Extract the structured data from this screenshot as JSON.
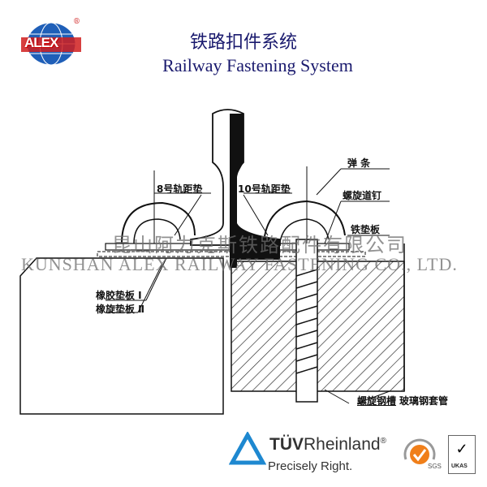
{
  "logo": {
    "brand": "ALEX",
    "registered": "®"
  },
  "header": {
    "title_cn": "铁路扣件系统",
    "title_en": "Railway Fastening System"
  },
  "diagram": {
    "labels": {
      "gauge_pad_8": "8号轨距垫",
      "gauge_pad_10": "10号轨距垫",
      "spring_clip": "弹 条",
      "screw_spike": "螺旋道钉",
      "iron_tie_plate": "铁垫板",
      "rubber_pad_1": "橡胶垫板 I",
      "rubber_pad_2": "橡旋垫板 Ⅱ",
      "spiral_rebar": "螺旋钢槽",
      "frp_sleeve": "玻璃钢套管"
    }
  },
  "watermark": {
    "cn": "昆山阿力克斯铁路配件有限公司",
    "en": "KUNSHAN ALEX RAILWAY FASTENING CO., LTD."
  },
  "certifications": {
    "tuv_name_bold": "TÜV",
    "tuv_name_rest": "Rheinland",
    "tuv_reg": "®",
    "tuv_tagline": "Precisely Right.",
    "sgs": "SGS",
    "ukas": "UKAS"
  },
  "colors": {
    "title": "#1a1a6e",
    "tuv_blue": "#1e88d0",
    "sgs_orange": "#f07f1a",
    "logo_blue": "#1f5fb8",
    "logo_red": "#d01f1f"
  }
}
